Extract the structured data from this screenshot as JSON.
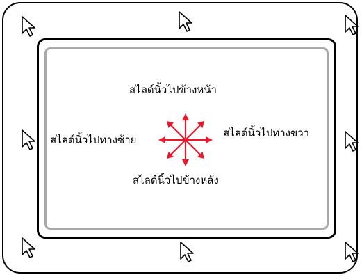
{
  "diagram": {
    "labels": {
      "up": "สไลด์นิ้วไปข้างหน้า",
      "left": "สไลด์นิ้วไปทางซ้าย",
      "right": "สไลด์นิ้วไปทางขวา",
      "down": "สไลด์นิ้วไปข้างหลัง"
    },
    "icons": {
      "cursor": "pointer-cursor-icon",
      "arrows": "eight-way-arrows-icon"
    },
    "colors": {
      "arrow": "#e8192c",
      "frame": "#000000",
      "surface_border": "#a8a8a8"
    }
  }
}
